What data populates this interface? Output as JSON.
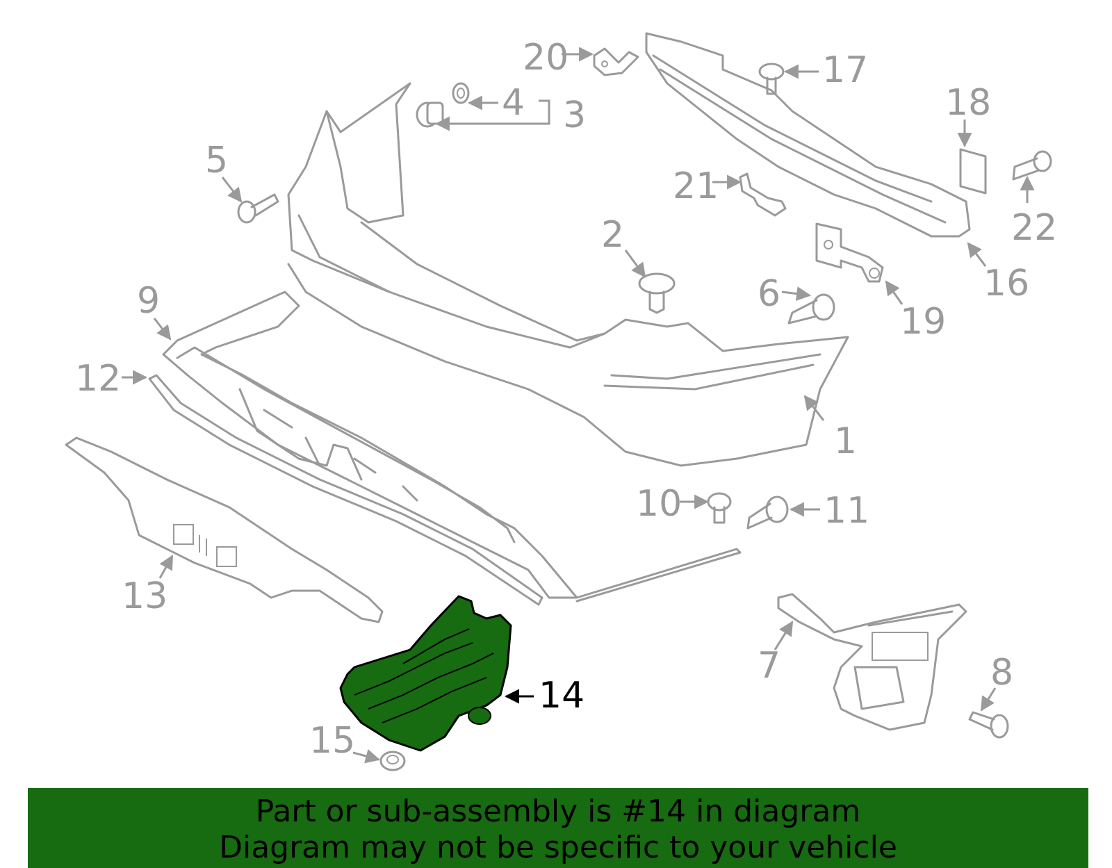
{
  "diagram": {
    "highlight_part": "14",
    "highlight_color": "#176b10",
    "callouts": {
      "p1": "1",
      "p2": "2",
      "p3": "3",
      "p4": "4",
      "p5": "5",
      "p6": "6",
      "p7": "7",
      "p8": "8",
      "p9": "9",
      "p10": "10",
      "p11": "11",
      "p12": "12",
      "p13": "13",
      "p14": "14",
      "p15": "15",
      "p16": "16",
      "p17": "17",
      "p18": "18",
      "p19": "19",
      "p20": "20",
      "p21": "21",
      "p22": "22"
    }
  },
  "banner": {
    "line1": "Part or sub-assembly is #14 in diagram",
    "line2": "Diagram may not be specific to your vehicle",
    "background": "#176b10"
  }
}
